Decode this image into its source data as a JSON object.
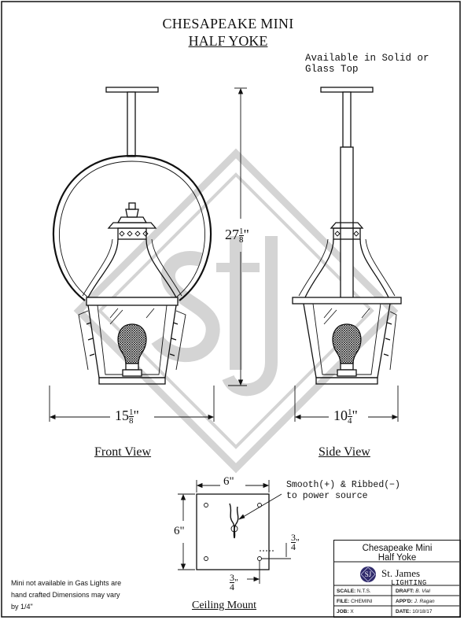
{
  "title": {
    "line1": "CHESAPEAKE MINI",
    "line2": "HALF YOKE"
  },
  "availability_note": "Available in Solid or Glass Top",
  "views": {
    "front": {
      "label": "Front View",
      "width_whole": "15",
      "width_frac_num": "1",
      "width_frac_den": "8",
      "width_unit": "\""
    },
    "side": {
      "label": "Side View",
      "width_whole": "10",
      "width_frac_num": "1",
      "width_frac_den": "4",
      "width_unit": "\""
    },
    "height": {
      "whole": "27",
      "frac_num": "1",
      "frac_den": "8",
      "unit": "\""
    }
  },
  "ceiling_mount": {
    "label": "Ceiling Mount",
    "width": "6\"",
    "height": "6\"",
    "power_note": "Smooth(+) & Ribbed(−) to power source",
    "offset_right_num": "3",
    "offset_right_den": "4",
    "offset_right_unit": "\"",
    "offset_bottom_num": "3",
    "offset_bottom_den": "4",
    "offset_bottom_unit": "\""
  },
  "notes": "Mini not available in Gas Lights are hand crafted Dimensions may vary by 1/4\"",
  "title_block": {
    "product_line1": "Chesapeake Mini",
    "product_line2": "Half Yoke",
    "company": "St. James",
    "company_sub": "LIGHTING",
    "logo_text": "SJ",
    "scale_label": "SCALE:",
    "scale_value": "N.T.S.",
    "draft_label": "DRAFT:",
    "draft_value": "B. Vial",
    "file_label": "FILE:",
    "file_value": "CHEMINI",
    "appd_label": "APP'D:",
    "appd_value": "J. Ragan",
    "job_label": "JOB:",
    "job_value": "X",
    "date_label": "DATE:",
    "date_value": "10/18/17"
  },
  "colors": {
    "ink": "#111111",
    "watermark": "#d9d9d9",
    "logo_fill": "#2f2a6b"
  }
}
